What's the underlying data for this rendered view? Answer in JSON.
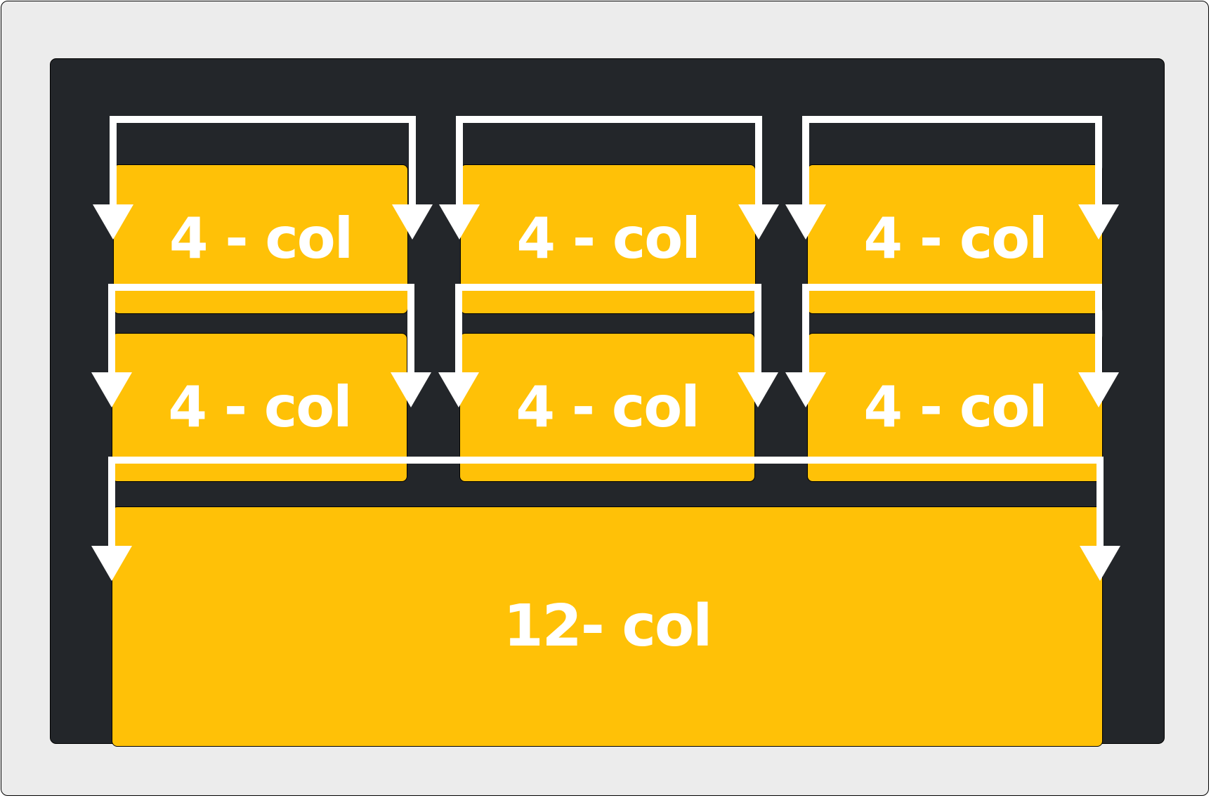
{
  "diagram": {
    "rows": [
      {
        "tiles": [
          {
            "label": "4 - col"
          },
          {
            "label": "4 - col"
          },
          {
            "label": "4 - col"
          }
        ]
      },
      {
        "tiles": [
          {
            "label": "4 - col"
          },
          {
            "label": "4 - col"
          },
          {
            "label": "4 - col"
          }
        ]
      },
      {
        "tiles": [
          {
            "label": "12- col"
          }
        ]
      }
    ]
  },
  "colors": {
    "page_background": "#ececec",
    "panel_background": "#23262a",
    "tile_fill": "#ffc107",
    "label_and_bracket": "#ffffff"
  }
}
